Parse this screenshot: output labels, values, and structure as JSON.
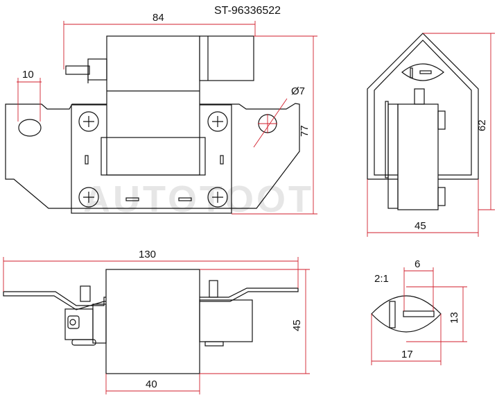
{
  "title": "ST-96336522",
  "watermark": "AUTOTOOT",
  "dimensions": {
    "top_width": "84",
    "terminal_offset": "10",
    "hole_diameter": "Ø7",
    "height_front": "77",
    "height_side": "62",
    "width_side": "45",
    "bottom_length": "130",
    "bottom_height": "45",
    "bottom_body_width": "40",
    "connector_scale": "2:1",
    "connector_pin": "6",
    "connector_height": "13",
    "connector_width": "17"
  },
  "colors": {
    "line": "#111111",
    "dimension": "#d21e2b",
    "watermark": "#e6e6e6"
  }
}
